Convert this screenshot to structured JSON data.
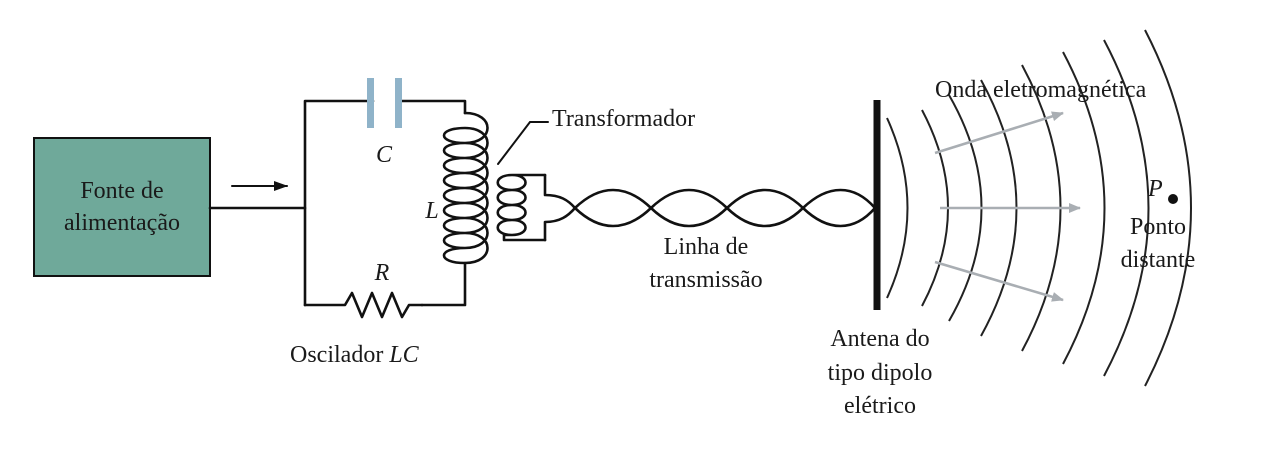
{
  "source": {
    "line1": "Fonte de",
    "line2": "alimentação"
  },
  "capacitor": {
    "symbol": "C"
  },
  "inductor": {
    "symbol": "L"
  },
  "resistor": {
    "symbol": "R"
  },
  "oscillator": {
    "text": "Oscilador ",
    "symbol": "LC"
  },
  "transformer": {
    "label": "Transformador"
  },
  "line": {
    "line1": "Linha de",
    "line2": "transmissão"
  },
  "antenna": {
    "line1": "Antena do",
    "line2": "tipo dipolo",
    "line3": "elétrico"
  },
  "wave": {
    "label": "Onda eletromagnética"
  },
  "point": {
    "symbol": "P",
    "line1": "Ponto",
    "line2": "distante"
  },
  "colors": {
    "source_fill": "#6fa99a",
    "capacitor_plate": "#8fb3c9",
    "ray": "#a9aeb3"
  }
}
